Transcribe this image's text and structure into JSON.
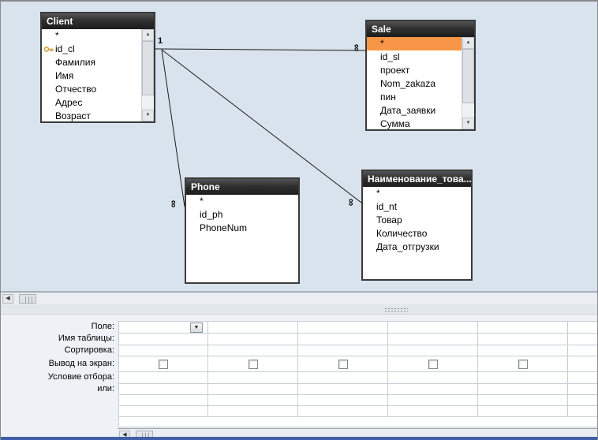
{
  "colors": {
    "selection": "#F79646",
    "diagram_background": "#D9E3ED",
    "table_header": "#2F2F2F"
  },
  "diagram": {
    "tables": [
      {
        "title": "Client",
        "fields": [
          "*",
          "id_cl",
          "Фамилия",
          "Имя",
          "Отчество",
          "Адрес",
          "Возраст"
        ],
        "primary_key_field": "id_cl"
      },
      {
        "title": "Sale",
        "fields": [
          "*",
          "id_sl",
          "проект",
          "Nom_zakaza",
          "пин",
          "Дата_заявки",
          "Сумма"
        ],
        "selected_field": "*"
      },
      {
        "title": "Phone",
        "fields": [
          "*",
          "id_ph",
          "PhoneNum"
        ]
      },
      {
        "title": "Наименование_това...",
        "fields": [
          "*",
          "id_nt",
          "Товар",
          "Количество",
          "Дата_отгрузки"
        ]
      }
    ],
    "relations": [
      {
        "from": "Client",
        "to": "Sale",
        "one": "1",
        "many": "∞"
      },
      {
        "from": "Client",
        "to": "Phone",
        "many": "∞"
      },
      {
        "from": "Client",
        "to": "Наименование_това...",
        "many": "∞"
      }
    ]
  },
  "grid": {
    "row_labels": [
      "Поле:",
      "Имя таблицы:",
      "Сортировка:",
      "Вывод на экран:",
      "Условие отбора:",
      "или:"
    ],
    "checkbox_columns": 5,
    "checkboxes_checked": [
      false,
      false,
      false,
      false,
      false
    ]
  }
}
